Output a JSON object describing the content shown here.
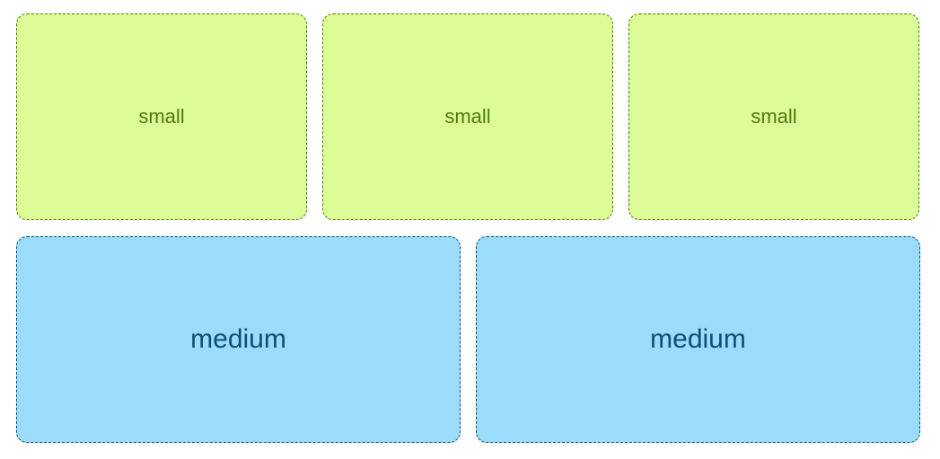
{
  "colors": {
    "small_fill": "#dcfc98",
    "small_border": "#4f7a0a",
    "medium_fill": "#9cdcfb",
    "medium_border": "#0b4f74"
  },
  "small_boxes": [
    {
      "label": "small"
    },
    {
      "label": "small"
    },
    {
      "label": "small"
    }
  ],
  "medium_boxes": [
    {
      "label": "medium"
    },
    {
      "label": "medium"
    }
  ]
}
